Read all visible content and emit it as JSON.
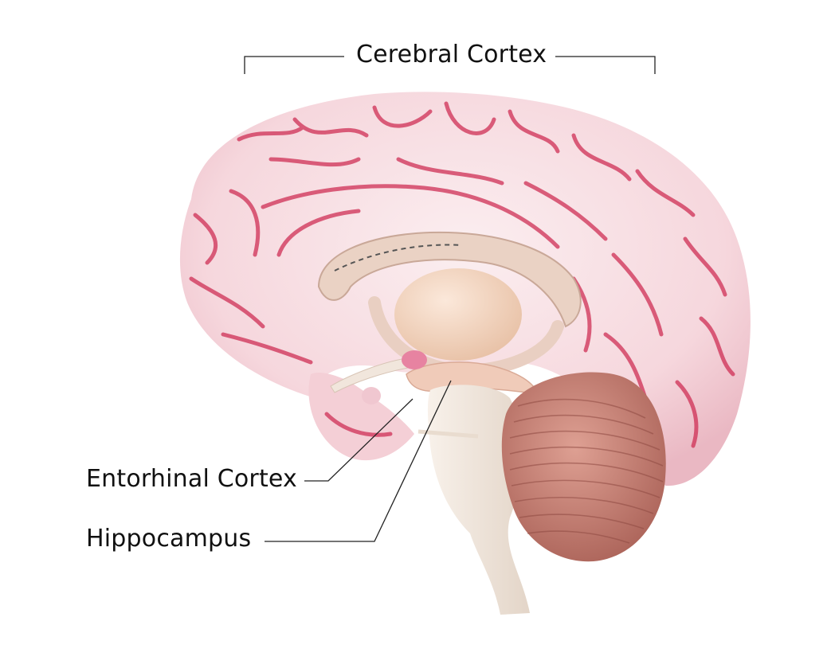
{
  "labels": {
    "cerebral_cortex": "Cerebral Cortex",
    "entorhinal_cortex": "Entorhinal Cortex",
    "hippocampus": "Hippocampus"
  },
  "colors": {
    "cortex": "#f6d7dc",
    "sulcus": "#cf2f55",
    "cerebellum": "#c77d70",
    "thalamus": "#f1d3bf",
    "brainstem": "#f4ece5",
    "leader_line": "#222222",
    "text": "#111111"
  }
}
